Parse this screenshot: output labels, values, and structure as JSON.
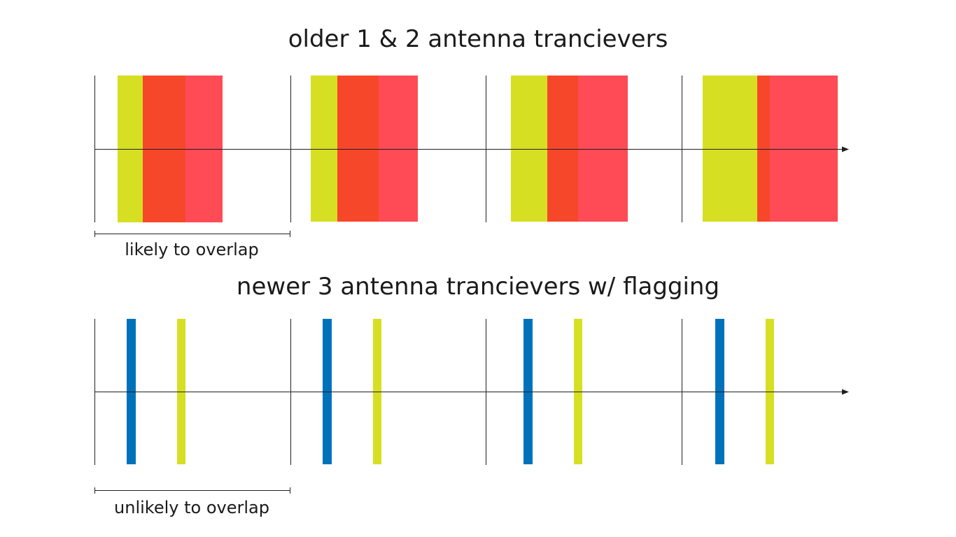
{
  "titles": {
    "older": "older 1 & 2 antenna trancievers",
    "newer": "newer 3 antenna trancievers w/ flagging"
  },
  "captions": {
    "older": "likely to overlap",
    "newer": "unlikely to overlap"
  },
  "colors": {
    "yellow": "#d7df23",
    "orange": "#f7472b",
    "red": "#ff4b55",
    "blue": "#0072bc",
    "line": "#231f20"
  }
}
